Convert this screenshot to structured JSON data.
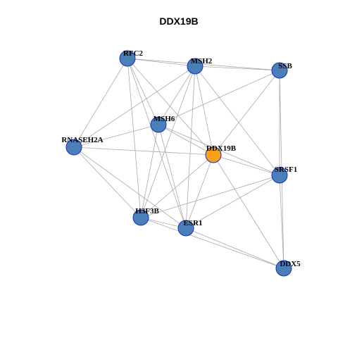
{
  "title": "DDX19B",
  "colors": {
    "center_node": "#F7A11A",
    "node": "#4A7FB8",
    "node_border": "#1A2FBF",
    "edge": "#AAAAAA"
  },
  "nodes": [
    {
      "id": "RFC2",
      "label": "RFC2",
      "center": false
    },
    {
      "id": "MSH2",
      "label": "MSH2",
      "center": false
    },
    {
      "id": "SSB",
      "label": "SSB",
      "center": false
    },
    {
      "id": "MSH6",
      "label": "MSH6",
      "center": false
    },
    {
      "id": "RNASEH2A",
      "label": "RNASEH2A",
      "center": false
    },
    {
      "id": "DDX19B",
      "label": "DDX19B",
      "center": true
    },
    {
      "id": "SRSF1",
      "label": "SRSF1",
      "center": false
    },
    {
      "id": "H3F3B",
      "label": "H3F3B",
      "center": false
    },
    {
      "id": "ESR1",
      "label": "ESR1",
      "center": false
    },
    {
      "id": "DDX5",
      "label": "DDX5",
      "center": false
    }
  ],
  "edges": [
    [
      "RFC2",
      "MSH2"
    ],
    [
      "RFC2",
      "SSB"
    ],
    [
      "RFC2",
      "MSH6"
    ],
    [
      "RFC2",
      "RNASEH2A"
    ],
    [
      "RFC2",
      "DDX19B"
    ],
    [
      "RFC2",
      "H3F3B"
    ],
    [
      "RFC2",
      "ESR1"
    ],
    [
      "MSH2",
      "SSB"
    ],
    [
      "MSH2",
      "MSH6"
    ],
    [
      "MSH2",
      "RNASEH2A"
    ],
    [
      "MSH2",
      "DDX19B"
    ],
    [
      "MSH2",
      "SRSF1"
    ],
    [
      "MSH2",
      "H3F3B"
    ],
    [
      "MSH2",
      "ESR1"
    ],
    [
      "SSB",
      "MSH6"
    ],
    [
      "SSB",
      "DDX19B"
    ],
    [
      "SSB",
      "SRSF1"
    ],
    [
      "SSB",
      "DDX5"
    ],
    [
      "MSH6",
      "RNASEH2A"
    ],
    [
      "MSH6",
      "DDX19B"
    ],
    [
      "MSH6",
      "SRSF1"
    ],
    [
      "MSH6",
      "H3F3B"
    ],
    [
      "MSH6",
      "ESR1"
    ],
    [
      "RNASEH2A",
      "DDX19B"
    ],
    [
      "RNASEH2A",
      "H3F3B"
    ],
    [
      "RNASEH2A",
      "ESR1"
    ],
    [
      "DDX19B",
      "SRSF1"
    ],
    [
      "DDX19B",
      "H3F3B"
    ],
    [
      "DDX19B",
      "ESR1"
    ],
    [
      "DDX19B",
      "DDX5"
    ],
    [
      "SRSF1",
      "H3F3B"
    ],
    [
      "SRSF1",
      "ESR1"
    ],
    [
      "SRSF1",
      "DDX5"
    ],
    [
      "H3F3B",
      "ESR1"
    ],
    [
      "H3F3B",
      "DDX5"
    ],
    [
      "ESR1",
      "DDX5"
    ]
  ]
}
